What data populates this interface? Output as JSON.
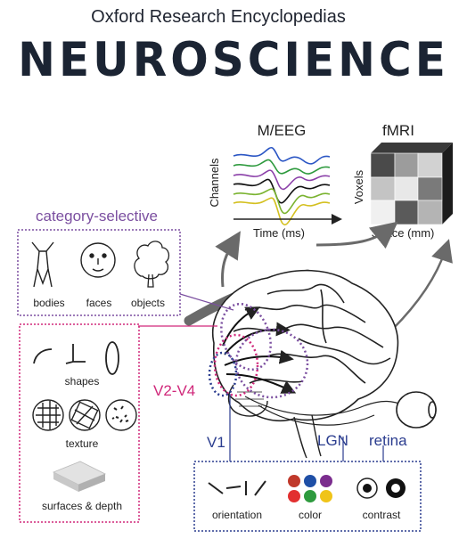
{
  "header": {
    "publisher": "Oxford Research Encyclopedias",
    "title": "NEUROSCIENCE"
  },
  "figure": {
    "meeg": {
      "title": "M/EEG",
      "ylabel": "Channels",
      "xlabel": "Time (ms)"
    },
    "fmri": {
      "title": "fMRI",
      "ylabel": "Voxels",
      "xlabel": "Space (mm)"
    },
    "category_selective": {
      "title": "category-selective",
      "items": [
        "bodies",
        "faces",
        "objects"
      ]
    },
    "mid_level": {
      "items": [
        "shapes",
        "texture",
        "surfaces & depth"
      ]
    },
    "low_level": {
      "items": [
        "orientation",
        "color",
        "contrast"
      ]
    },
    "regions": {
      "v2v4": "V2-V4",
      "v1": "V1",
      "lgn": "LGN",
      "retina": "retina"
    },
    "colors": {
      "purple": "#7b4fa0",
      "magenta": "#d0287a",
      "navy": "#2b3d8f",
      "arrow_gray": "#6a6a6a"
    },
    "color_dots": [
      "#c0392b",
      "#1f4fa6",
      "#7b2d8e",
      "#e23030",
      "#2e9a3e",
      "#f0c419"
    ]
  }
}
